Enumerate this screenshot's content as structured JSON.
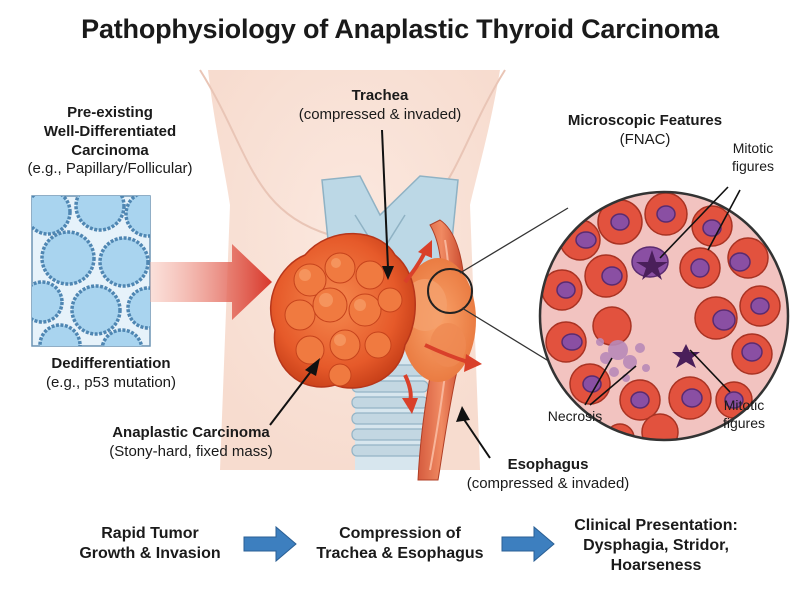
{
  "title": "Pathophysiology of Anaplastic Thyroid Carcinoma",
  "labels": {
    "preexisting": {
      "line1": "Pre-existing",
      "line2": "Well-Differentiated",
      "line3": "Carcinoma",
      "example": "(e.g., Papillary/Follicular)"
    },
    "dedifferentiation": {
      "title": "Dedifferentiation",
      "example": "(e.g., p53 mutation)"
    },
    "trachea": {
      "title": "Trachea",
      "note": "(compressed & invaded)"
    },
    "microscopic": {
      "title": "Microscopic Features",
      "note": "(FNAC)"
    },
    "mitotic_top": {
      "line1": "Mitotic",
      "line2": "figures"
    },
    "mitotic_bottom": {
      "line1": "Mitotic",
      "line2": "figures"
    },
    "necrosis": "Necrosis",
    "anaplastic": {
      "title": "Anaplastic Carcinoma",
      "note": "(Stony-hard, fixed mass)"
    },
    "esophagus": {
      "title": "Esophagus",
      "note": "(compressed & invaded)"
    }
  },
  "flow": [
    {
      "line1": "Rapid Tumor",
      "line2": "Growth & Invasion"
    },
    {
      "line1": "Compression of",
      "line2": "Trachea & Esophagus"
    },
    {
      "line1": "Clinical Presentation:",
      "line2": "Dysphagia, Stridor,",
      "line3": "Hoarseness"
    }
  ],
  "colors": {
    "tumor": "#e85a2a",
    "tumor_dark": "#c73a16",
    "arrow_red": "#d9402a",
    "flow_arrow": "#3d7fbf",
    "follicle": "#a9d4ef",
    "cell_red": "#e0503c",
    "cell_purple": "#8a4fa3",
    "trachea": "#b9d7e4"
  }
}
